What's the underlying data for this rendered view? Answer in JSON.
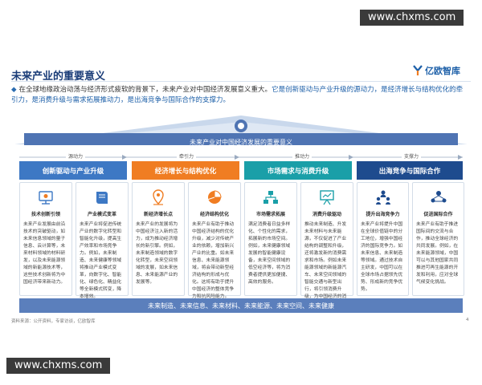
{
  "watermark": "www.chxms.com",
  "header": {
    "title": "未来产业的重要意义",
    "brand": "亿欧智库"
  },
  "intro": {
    "plain": "在全球地缘政治动荡与经济形式疲软的背景下，未来产业对中国经济发展意义重大。",
    "highlight": "它是创新驱动与产业升级的源动力，是经济增长与结构优化的牵引力，是消费升级与需求拓展推动力，是出海竞争与国际合作的支撑力。"
  },
  "roof": {
    "title": "未来产业对中国经济发展的重要意义",
    "labels": [
      "源动力",
      "牵引力",
      "推动力",
      "支撑力"
    ]
  },
  "columns": [
    {
      "title": "创新驱动与产业升级",
      "color": "#3d78c4",
      "cards": [
        {
          "icon": "tech-innovation-icon",
          "name": "技术创新引领",
          "desc": "未来产业发展由前沿技术的突破驱动，如未来信息领域的量子信息、云计算等，未来材料领域的材料研发，以及未来能源领域的新能源技术等，这些技术创新将为中国经济带来新动力。"
        },
        {
          "icon": "book-icon",
          "name": "产业模式变革",
          "desc": "未来产业将促进传统产业的数字化转型和智能化升级，提高生产效率和市场竞争力。例如，未来制造、未来健康等领域将推动产业模式变革，向数字化、智能化、绿色化、精益化等全新模式转变，降本增效。"
        }
      ]
    },
    {
      "title": "经济增长与结构优化",
      "color": "#f07d22",
      "cards": [
        {
          "icon": "location-pin-icon",
          "name": "新经济增长点",
          "desc": "未来产业的发展将为中国经济注入新的活力，成为推动经济增长的新引擎。例如，未来制造领域的数字化转型，未来空间领域的发展，如未来信息、未来能源产业的发展等。"
        },
        {
          "icon": "pie-chart-icon",
          "name": "经济结构优化",
          "desc": "未来产业有助于推动中国经济结构的优化升级，减少对传统产业的依赖，增加新兴产业的比重。如未来信息、未来能源领域，将会带动新型经济结构的形成与优化。这将有助于提升中国经济的整体竞争力和抗风险能力。"
        }
      ]
    },
    {
      "title": "市场需求与消费升级",
      "color": "#1a9fa8",
      "cards": [
        {
          "icon": "network-icon",
          "name": "市场需求拓展",
          "desc": "满足消费者日益多样化、个性化的需求，拓展新的市场空间。例如，未来健康领域发展的智能健康设备，未来空间领域的低空经济等，将为消费者提供更加便捷、高效的服务。"
        },
        {
          "icon": "presentation-icon",
          "name": "消费升级驱动",
          "desc": "推动未来制造、升发未来材料与未来能源，不仅促进了产业结构的调整和升级，还将激发新的消费需求和市场。例如未来能源领域的新能源汽车、未来空间领域的智能交通与新型出行，将引领消费升级，为中国经济的消费提供了新的增长点和市场空间。"
        }
      ]
    },
    {
      "title": "出海竞争与国际合作",
      "color": "#1e4b8e",
      "cards": [
        {
          "icon": "team-growth-icon",
          "name": "提升出海竞争力",
          "desc": "未来产业将提升中国在全球价值链中的分工地位，增强中国经济的国际竞争力。如未来信息、未来制造等领域。通过技术自主研发，中国可以在全球市场占据领先优势、形成新的竞争优势。"
        },
        {
          "icon": "cooperation-icon",
          "name": "促进国际合作",
          "desc": "未来产业有助于推进国际间的交流与合作，推动全球经济的共同发展。例如，在未来能源领域，中国可以与其他国家共同推进可再生能源的开发和利用，应对全球气候变化挑战。"
        }
      ]
    }
  ],
  "footer_bar": "未来制造、未来信息、未来材料、未来能源、未来空间、未来健康",
  "source": "资料来源：公开资料，专家访谈，亿欧智库",
  "page_number": "4"
}
